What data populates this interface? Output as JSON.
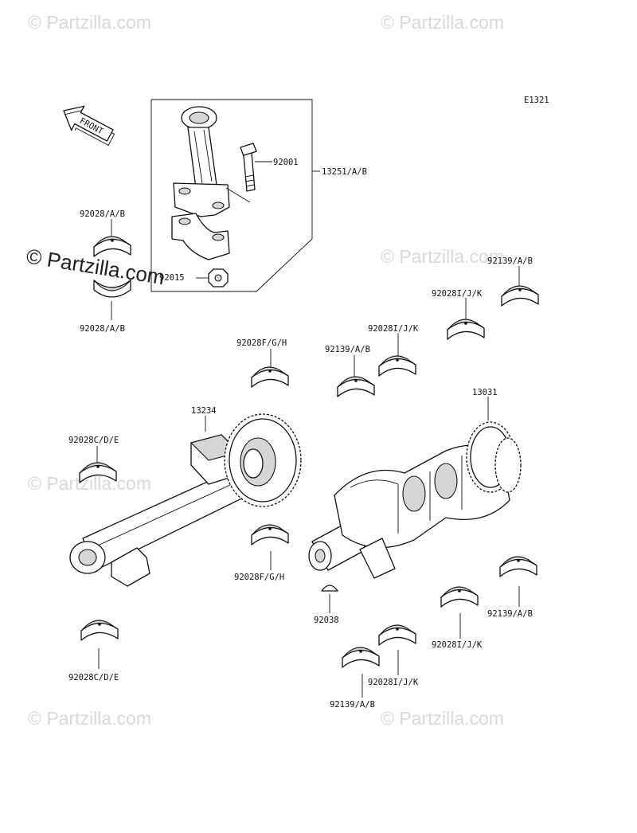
{
  "diagram_code": "E1321",
  "front_arrow_label": "FRONT",
  "watermarks": {
    "small": "© Partzilla.com",
    "large": "© Partzilla.com"
  },
  "labels": {
    "p92001": "92001",
    "p13251": "13251/A/B",
    "p92015": "92015",
    "p92028ab_top": "92028/A/B",
    "p92028ab_bot": "92028/A/B",
    "p92139_1": "92139/A/B",
    "p92028ijk_1": "92028I/J/K",
    "p92028ijk_2": "92028I/J/K",
    "p92139_2": "92139/A/B",
    "p92028fgh_top": "92028F/G/H",
    "p13234": "13234",
    "p13031": "13031",
    "p92028cde_top": "92028C/D/E",
    "p92028fgh_bot": "92028F/G/H",
    "p92038": "92038",
    "p92139_3": "92139/A/B",
    "p92028ijk_3": "92028I/J/K",
    "p92028ijk_4": "92028I/J/K",
    "p92139_4": "92139/A/B",
    "p92028cde_bot": "92028C/D/E"
  }
}
